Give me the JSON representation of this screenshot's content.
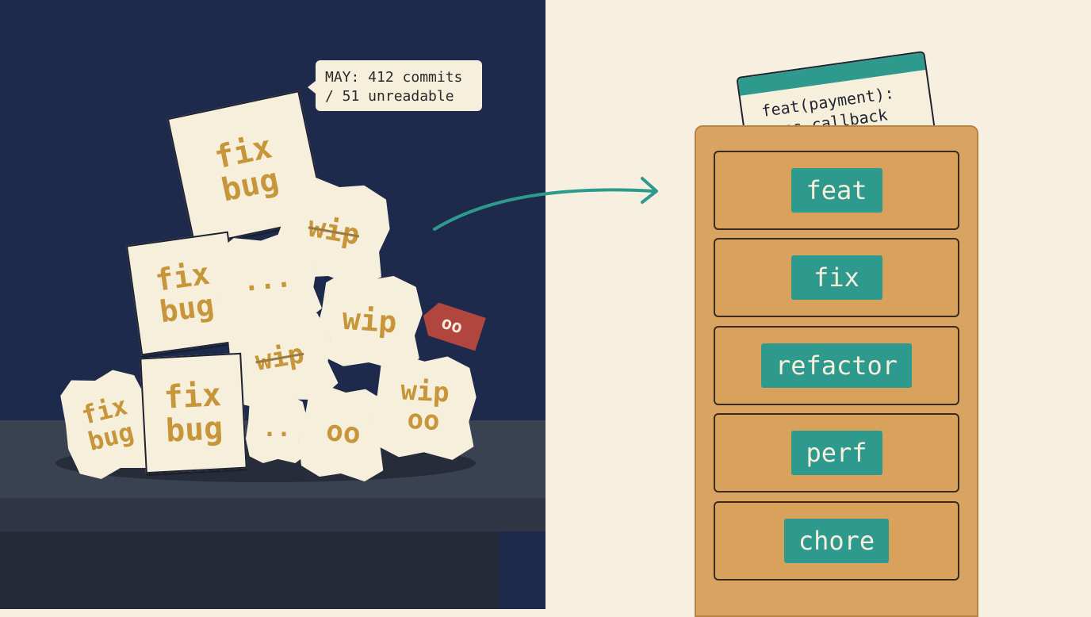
{
  "tooltip": {
    "line1": "MAY: 412 commits",
    "line2": "/ 51 unreadable"
  },
  "notes": {
    "top": [
      "fix",
      "bug"
    ],
    "mid_left": [
      "fix",
      "bug"
    ],
    "dots_mid": "...",
    "wip_strike_top": "wip",
    "wip_mid": "wip",
    "wip_strike_low": "wip",
    "bottom_left": [
      "fix",
      "bug"
    ],
    "bottom_center": [
      "fix",
      "bug"
    ],
    "dots_low": "..",
    "oo_low": "oo",
    "bottom_right": [
      "wip",
      "oo"
    ]
  },
  "tag": "oo",
  "card": {
    "line1": "feat(payment):",
    "line2": "toss callback"
  },
  "drawers": [
    "feat",
    "fix",
    "refactor",
    "perf",
    "chore"
  ],
  "colors": {
    "navy": "#1d2a4c",
    "cream": "#f7f0e1",
    "teal": "#2e9a8d",
    "wood": "#d9a462",
    "mustard": "#c8963a",
    "red_tag": "#b0463e"
  }
}
